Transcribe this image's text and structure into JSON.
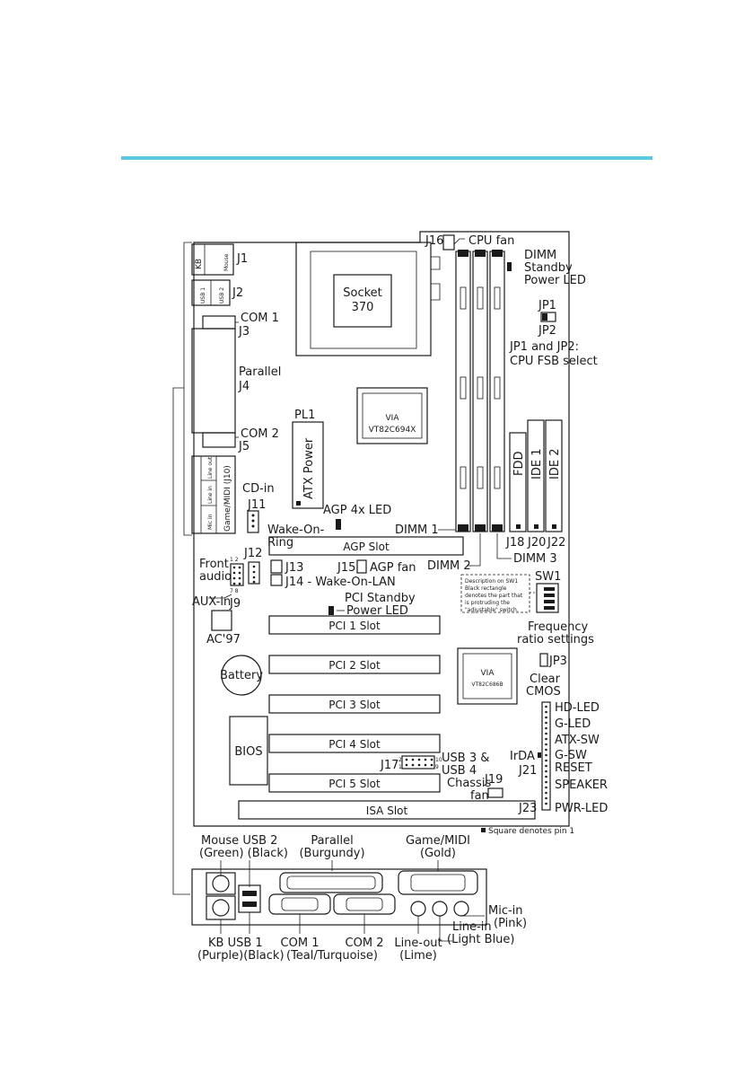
{
  "board": {
    "socket": [
      "Socket",
      "370"
    ],
    "northbridge": [
      "VIA",
      "VT82C694X"
    ],
    "southbridge": [
      "VIA",
      "VT82C686B"
    ],
    "atx_power": "ATX Power",
    "pl1": "PL1",
    "bios": "BIOS",
    "battery": "Battery",
    "ac97": "AC'97",
    "agp_slot": "AGP Slot",
    "pci_slots": [
      "PCI 1 Slot",
      "PCI 2 Slot",
      "PCI 3 Slot",
      "PCI 4 Slot",
      "PCI 5 Slot"
    ],
    "isa_slot": "ISA Slot",
    "fdd": "FDD",
    "ide1": "IDE 1",
    "ide2": "IDE 2",
    "kb": "KB",
    "mouse": "Mouse",
    "usb1": "USB 1",
    "usb2": "USB 2",
    "audio_line_out": "Line out",
    "audio_line_in": "Line in",
    "audio_mic_in": "Mic in",
    "game_midi_j10": "Game/MIDI (J10)",
    "sw1_note": [
      "Description on SW1",
      "Black rectangle",
      "denotes the part that",
      "is protruding the",
      "\"adjustable\" switch."
    ]
  },
  "labels": {
    "j1": "J1",
    "j2": "J2",
    "com1": "COM 1",
    "j3": "J3",
    "parallel": "Parallel",
    "j4": "J4",
    "com2": "COM 2",
    "j5": "J5",
    "cd_in": "CD-in",
    "j11": "J11",
    "wake_on_ring": [
      "Wake-On-",
      "Ring"
    ],
    "j13": "J13",
    "agp_4x_led": "AGP 4x LED",
    "front_audio": [
      "Front",
      "audio"
    ],
    "j12": "J12",
    "j9": "J9",
    "j9_pins": [
      "1 2",
      "7 8"
    ],
    "aux_in": "AUX-in",
    "j14_wol": "J14 - Wake-On-LAN",
    "j15_agp_fan": "J15",
    "agp_fan": "AGP fan",
    "pci_standby": [
      "PCI Standby",
      "Power LED"
    ],
    "j16": "J16",
    "cpu_fan": "CPU fan",
    "dimm_standby": [
      "DIMM",
      "Standby",
      "Power LED"
    ],
    "jp1": "JP1",
    "jp2": "JP2",
    "jp1_jp2": [
      "JP1 and JP2:",
      "CPU FSB select"
    ],
    "dimm1": "DIMM 1",
    "dimm2": "DIMM 2",
    "dimm3": "DIMM 3",
    "j18": "J18",
    "j20": "J20",
    "j22": "J22",
    "sw1": "SW1",
    "freq_ratio": [
      "Frequency",
      "ratio settings"
    ],
    "jp3": "JP3",
    "clear_cmos": [
      "Clear",
      "CMOS"
    ],
    "front_panel": [
      "HD-LED",
      "G-LED",
      "ATX-SW",
      "G-SW",
      "RESET",
      "SPEAKER",
      "PWR-LED"
    ],
    "irda": "IrDA",
    "j21": "J21",
    "j23": "J23",
    "j17": "J17",
    "j17_pins": [
      "2",
      "1",
      "10",
      "9"
    ],
    "usb34": [
      "USB 3 &",
      "USB 4"
    ],
    "j19": "J19",
    "chassis_fan": [
      "Chassis",
      "fan"
    ],
    "square_note": "Square denotes pin 1"
  },
  "rear_panel": {
    "top": {
      "mouse_usb2": [
        "Mouse USB 2",
        "(Green) (Black)"
      ],
      "parallel": [
        "Parallel",
        "(Burgundy)"
      ],
      "game": [
        "Game/MIDI",
        "(Gold)"
      ]
    },
    "bottom": {
      "kb_usb1": [
        "KB   USB 1",
        "(Purple)(Black)"
      ],
      "com1": "COM 1",
      "com2": "COM 2",
      "com_color": "(Teal/Turquoise)",
      "line_out": [
        "Line-out",
        "(Lime)"
      ],
      "line_in": [
        "Line-in",
        "(Light Blue)"
      ],
      "mic_in": [
        "Mic-in",
        "(Pink)"
      ]
    }
  },
  "colors": {
    "header_rule": "#5bc8e0",
    "ink": "#1a1a1a"
  }
}
